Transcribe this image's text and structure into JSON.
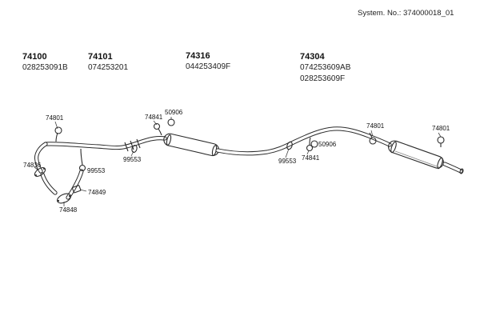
{
  "header": {
    "system_no": "System. No.: 374000018_01"
  },
  "parts": [
    {
      "number": "74100",
      "codes": [
        "028253091B"
      ]
    },
    {
      "number": "74101",
      "codes": [
        "074253201"
      ]
    },
    {
      "number": "74316",
      "codes": [
        "044253409F"
      ]
    },
    {
      "number": "74304",
      "codes": [
        "074253609AB",
        "028253609F"
      ]
    }
  ],
  "callouts": [
    {
      "id": "hanger-front",
      "label": "74801"
    },
    {
      "id": "mount-front",
      "label": "74841"
    },
    {
      "id": "ring-front",
      "label": "50906"
    },
    {
      "id": "clamp-front",
      "label": "99553"
    },
    {
      "id": "flange-left",
      "label": "74836"
    },
    {
      "id": "hanger-left",
      "label": "99553"
    },
    {
      "id": "bracket-left",
      "label": "74849"
    },
    {
      "id": "flange-bottom",
      "label": "74848"
    },
    {
      "id": "clamp-rear",
      "label": "99553"
    },
    {
      "id": "mount-rear",
      "label": "74841"
    },
    {
      "id": "ring-rear",
      "label": "50906"
    },
    {
      "id": "hanger-mid-rear",
      "label": "74801"
    },
    {
      "id": "hanger-rear",
      "label": "74801"
    }
  ]
}
